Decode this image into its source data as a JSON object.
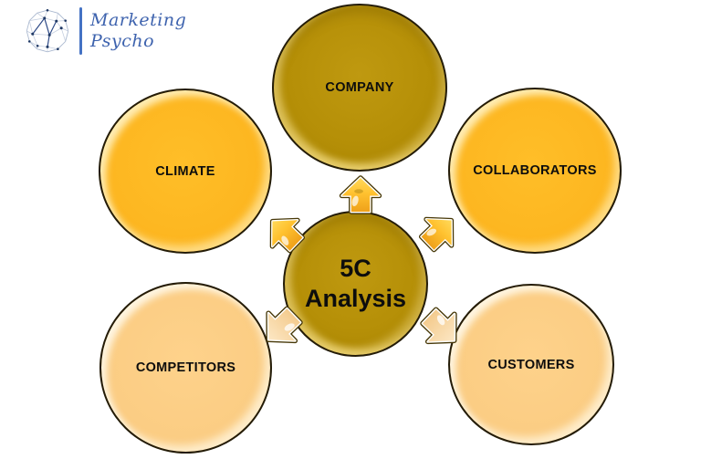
{
  "logo": {
    "icon": "network-sphere-icon",
    "brand_line1": "Marketing",
    "brand_line2": "Psycho",
    "brand_color": "#3E63AE",
    "divider_color": "#4472C4"
  },
  "diagram": {
    "title": "5C Analysis",
    "center": {
      "label_line1": "5C",
      "label_line2": "Analysis",
      "fill_color": "#B58F07"
    },
    "circles": [
      {
        "id": "company",
        "label": "COMPANY",
        "fill_color": "#B58F07"
      },
      {
        "id": "climate",
        "label": "CLIMATE",
        "fill_color": "#FCB41E"
      },
      {
        "id": "collaborators",
        "label": "COLLABORATORS",
        "fill_color": "#FCB41E"
      },
      {
        "id": "competitors",
        "label": "COMPETITORS",
        "fill_color": "#FACB81"
      },
      {
        "id": "customers",
        "label": "CUSTOMERS",
        "fill_color": "#FACB81"
      }
    ],
    "arrows": [
      {
        "direction": "up",
        "points_to": "company",
        "fill_color": "#FFC230"
      },
      {
        "direction": "upper-left",
        "points_to": "climate",
        "fill_color": "#FFC230"
      },
      {
        "direction": "upper-right",
        "points_to": "collaborators",
        "fill_color": "#FFC230"
      },
      {
        "direction": "lower-left",
        "points_to": "competitors",
        "fill_color": "#F6CE93"
      },
      {
        "direction": "lower-right",
        "points_to": "customers",
        "fill_color": "#F6CE93"
      }
    ],
    "outline_color": "#241c08",
    "label_color": "#0d0d0d",
    "background_color": "#FFFFFF"
  }
}
